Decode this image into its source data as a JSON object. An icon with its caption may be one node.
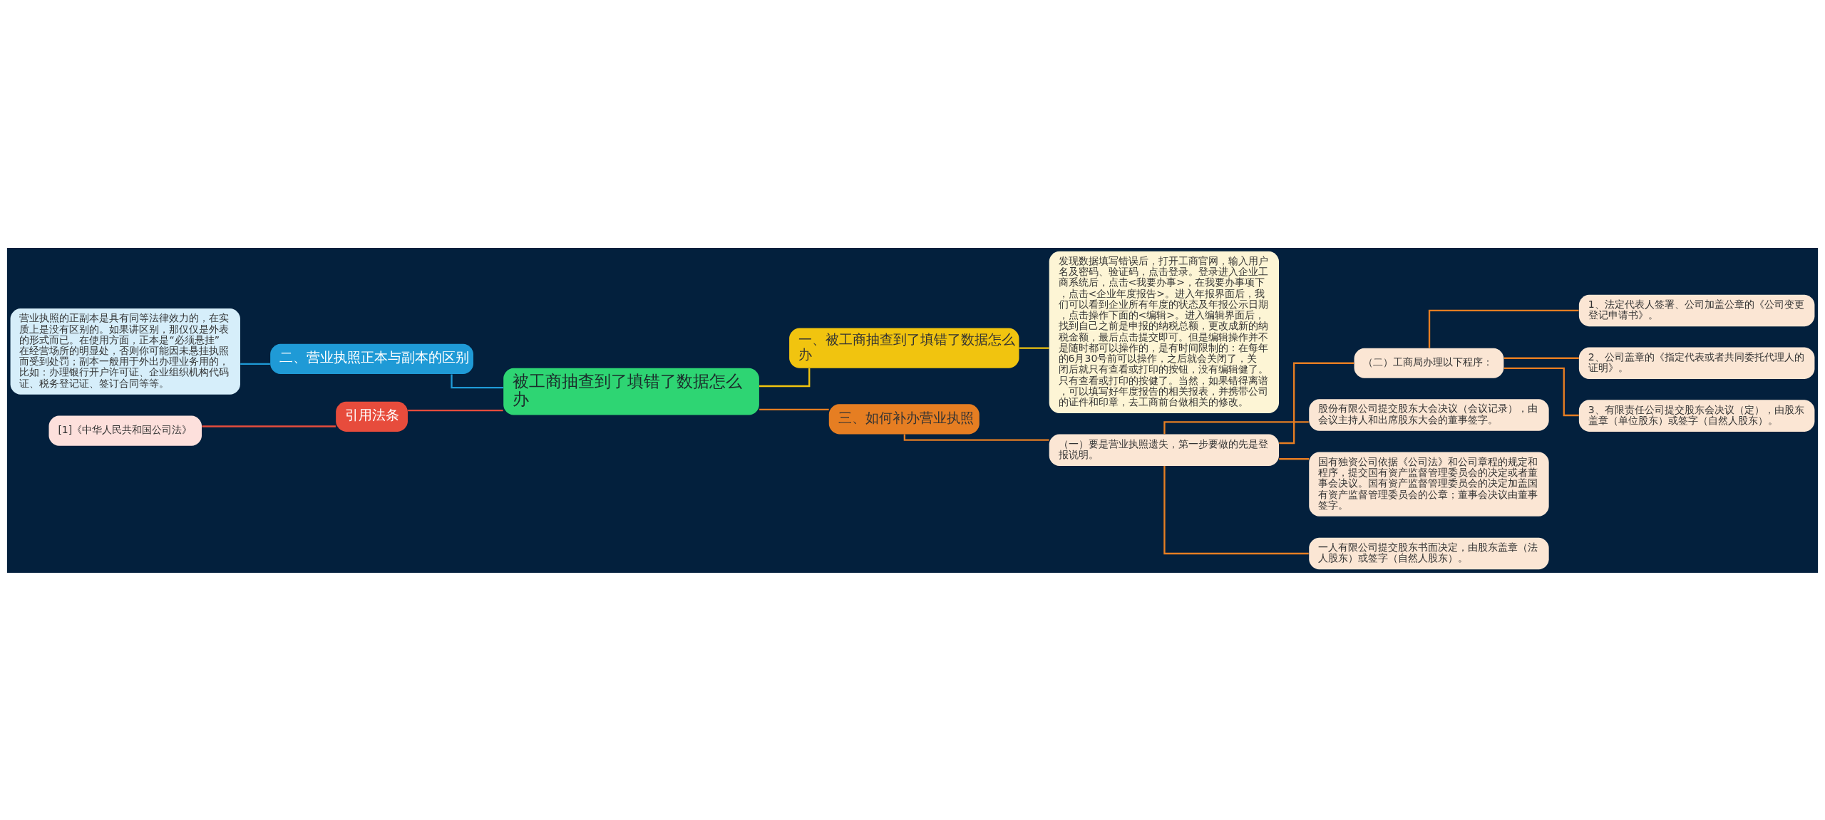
{
  "diagram": {
    "nodes": [
      {
        "text": [
          "被工商抽查到了填错了数据怎么办"
        ]
      },
      {
        "text": [
          "一、被工商抽查到了填错了数据怎么办"
        ]
      },
      {
        "text": [
          "发现数据填写错误后，打开工商官网，输入用户名及密码、验证码，点击登录。登录进入企业工商系统后，点击<我要办事>，在我要办事项下，点击<企业年度报告>。进入年报界面后，我们可以看到企业所有年度的状态及年报公示日期，点击操作下面的<编辑>。进入编辑界面后，找到自己之前是申报的纳税总额，更改成新的纳税金额，最后点击提交即可。但是编辑操作并不是随时都可以操作的，是有时间限制的：在每年的6月30号前可以操作，之后就会关闭了，关闭后就只有查看或打印的按钮，没有编辑健了。只有查看或打印的按健了。当然，如果错得离谱，可以填写好年度报告的相关报表，并携带公司的证件和印章，去工商前台做相关的修改。"
        ]
      },
      {
        "text": [
          "三、如何补办营业执照"
        ]
      },
      {
        "text": [
          "（一）要是营业执照遗失，第一步要做的先是登报说明。"
        ]
      },
      {
        "text": [
          "（二）工商局办理以下程序："
        ]
      },
      {
        "text": [
          "1、法定代表人签署、公司加盖公章的《公司变更登记申请书》。"
        ]
      },
      {
        "text": [
          "2、公司盖章的《指定代表或者共同委托代理人的证明》。"
        ]
      },
      {
        "text": [
          "3、有限责任公司提交股东会决议（定），由股东盖章（单位股东）或签字（自然人股东）。"
        ]
      },
      {
        "text": [
          "股份有限公司提交股东大会决议（会议记录），由会议主持人和出席股东大会的董事签字。"
        ]
      },
      {
        "text": [
          "国有独资公司依据《公司法》和公司章程的规定和程序，提交国有资产监督管理委员会的决定或者董事会决议。国有资产监督管理委员会的决定加盖国有资产监督管理委员会的公章；董事会决议由董事签字。"
        ]
      },
      {
        "text": [
          "一人有限公司提交股东书面决定，由股东盖章（法人股东）或签字（自然人股东）。"
        ]
      },
      {
        "text": [
          "二、营业执照正本与副本的区别"
        ]
      },
      {
        "text": [
          "营业执照的正副本是具有同等法律效力的，在实质上是没有区别的。如果讲区别，那仅仅是外表的形式而已。在使用方面，正本是“必须悬挂”在经营场所的明显处，否则你可能因未悬挂执照而受到处罚；副本一般用于外出办理业务用的，比如：办理银行开户许可证、企业组织机构代码证、税务登记证、签订合同等等。"
        ]
      },
      {
        "text": [
          "引用法条"
        ]
      },
      {
        "text": [
          "[1]《中华人民共和国公司法》"
        ]
      }
    ],
    "edges": [
      {
        "from": 0,
        "to": 1,
        "arrow": "none",
        "color": "#f1c40f"
      },
      {
        "from": 1,
        "to": 2,
        "arrow": "none",
        "color": "#f1c40f"
      },
      {
        "from": 0,
        "to": 3,
        "arrow": "none"
      },
      {
        "from": 3,
        "to": 4,
        "arrow": "none"
      },
      {
        "from": 4,
        "to": 5,
        "arrow": "none"
      },
      {
        "from": 5,
        "to": 6,
        "arrow": "none"
      },
      {
        "from": 5,
        "to": 7,
        "arrow": "none"
      },
      {
        "from": 5,
        "to": 8,
        "arrow": "none"
      },
      {
        "from": 4,
        "to": 9,
        "arrow": "none"
      },
      {
        "from": 4,
        "to": 10,
        "arrow": "none"
      },
      {
        "from": 4,
        "to": 11,
        "arrow": "none"
      },
      {
        "from": 0,
        "to": 12,
        "arrow": "none",
        "color": "#1f9ad6"
      },
      {
        "from": 12,
        "to": 13,
        "arrow": "none",
        "color": "#1f9ad6"
      },
      {
        "from": 0,
        "to": 14,
        "arrow": "none",
        "color": "#e74c3c"
      },
      {
        "from": 14,
        "to": 15,
        "arrow": "none",
        "color": "#e74c3c"
      }
    ]
  }
}
